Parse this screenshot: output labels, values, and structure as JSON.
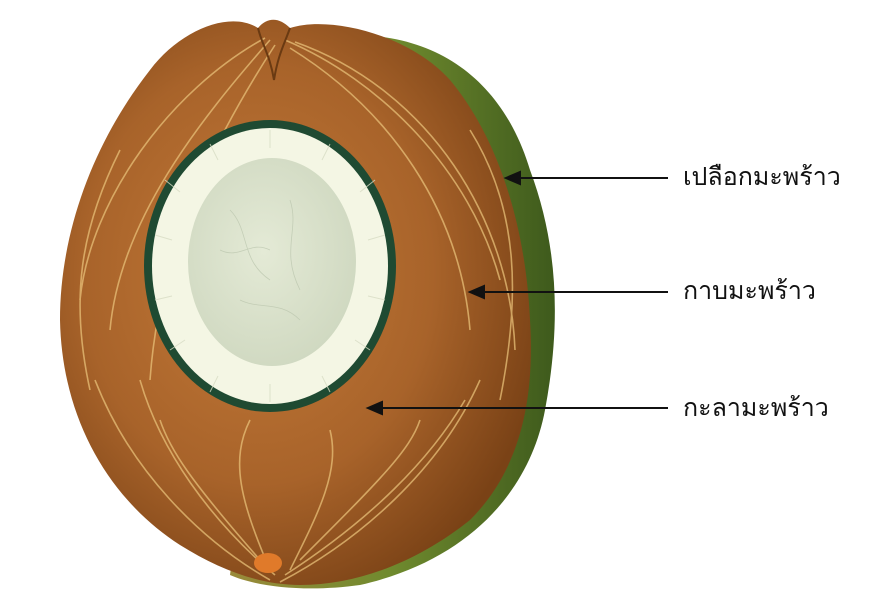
{
  "labels": {
    "husk": "เปลือกมะพร้าว",
    "shell": "กาบมะพร้าว",
    "kernel": "กะลามะพร้าว"
  },
  "colors": {
    "husk_brown": "#a8632a",
    "husk_dark": "#7a4216",
    "fiber_light": "#e8c078",
    "green_skin": "#6f8a2e",
    "green_dark": "#3e5a1c",
    "shell_ring": "#1f4a32",
    "meat": "#f4f6e4",
    "water": "#dfe6d2",
    "arrow": "#111111"
  }
}
